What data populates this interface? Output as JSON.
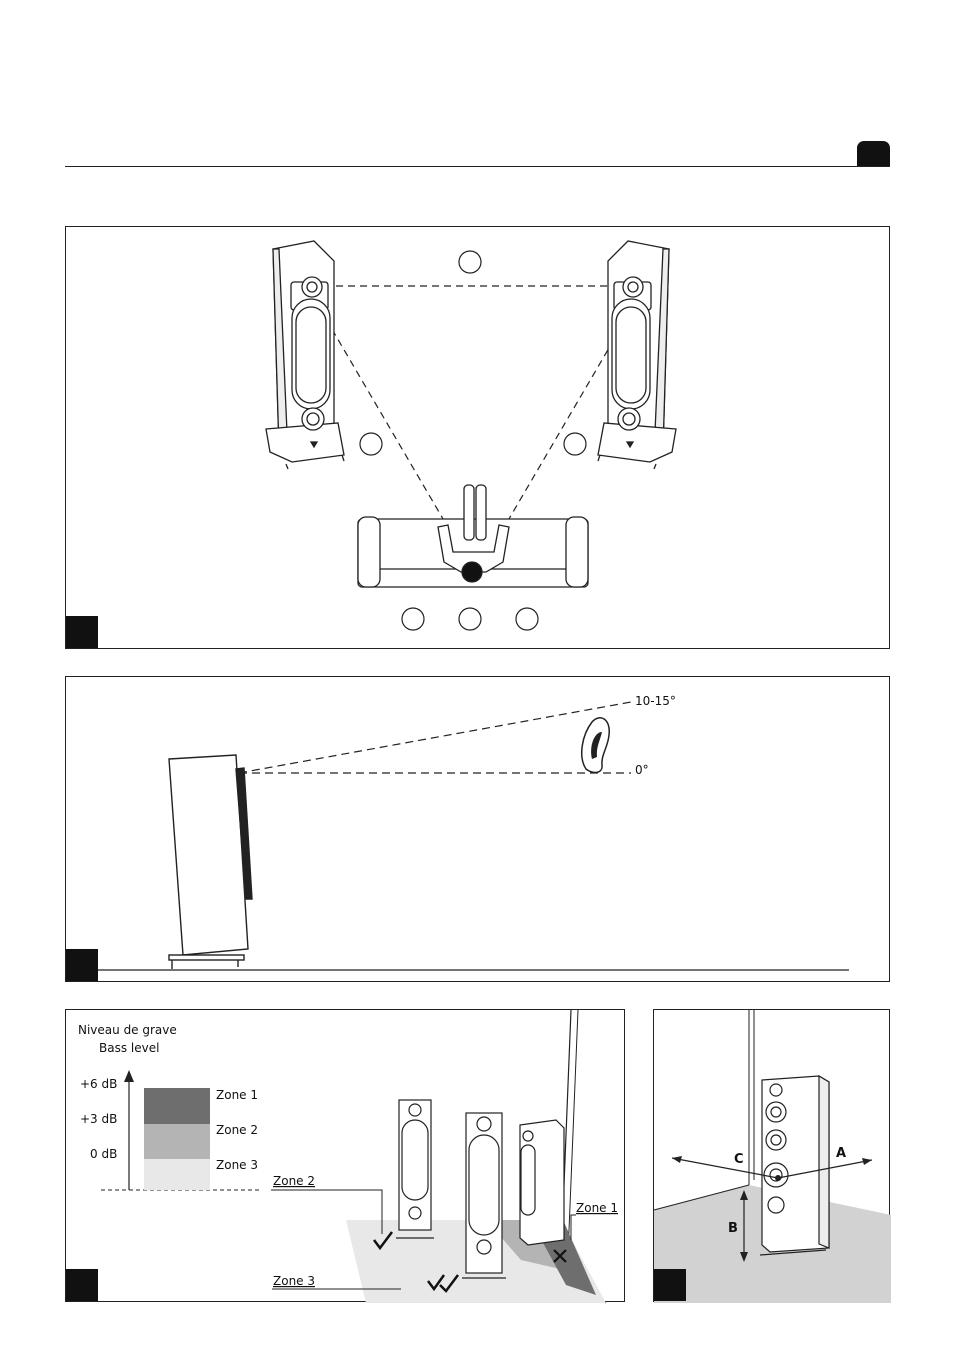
{
  "panel_angle": {
    "upper_label": "10-15°",
    "lower_label": "0°"
  },
  "panel_bass": {
    "y_title_fr": "Niveau de grave",
    "y_title_en": "Bass level",
    "levels": [
      "+6 dB",
      "+3 dB",
      "0 dB"
    ],
    "legend": [
      "Zone 1",
      "Zone 2",
      "Zone 3"
    ],
    "zone_colors": [
      "#6e6e6e",
      "#b4b4b4",
      "#e8e8e8"
    ],
    "floor_zone2": "Zone 2",
    "floor_zone3": "Zone 3",
    "floor_zone1": "Zone 1"
  },
  "panel_dims": {
    "a": "A",
    "b": "B",
    "c": "C"
  }
}
